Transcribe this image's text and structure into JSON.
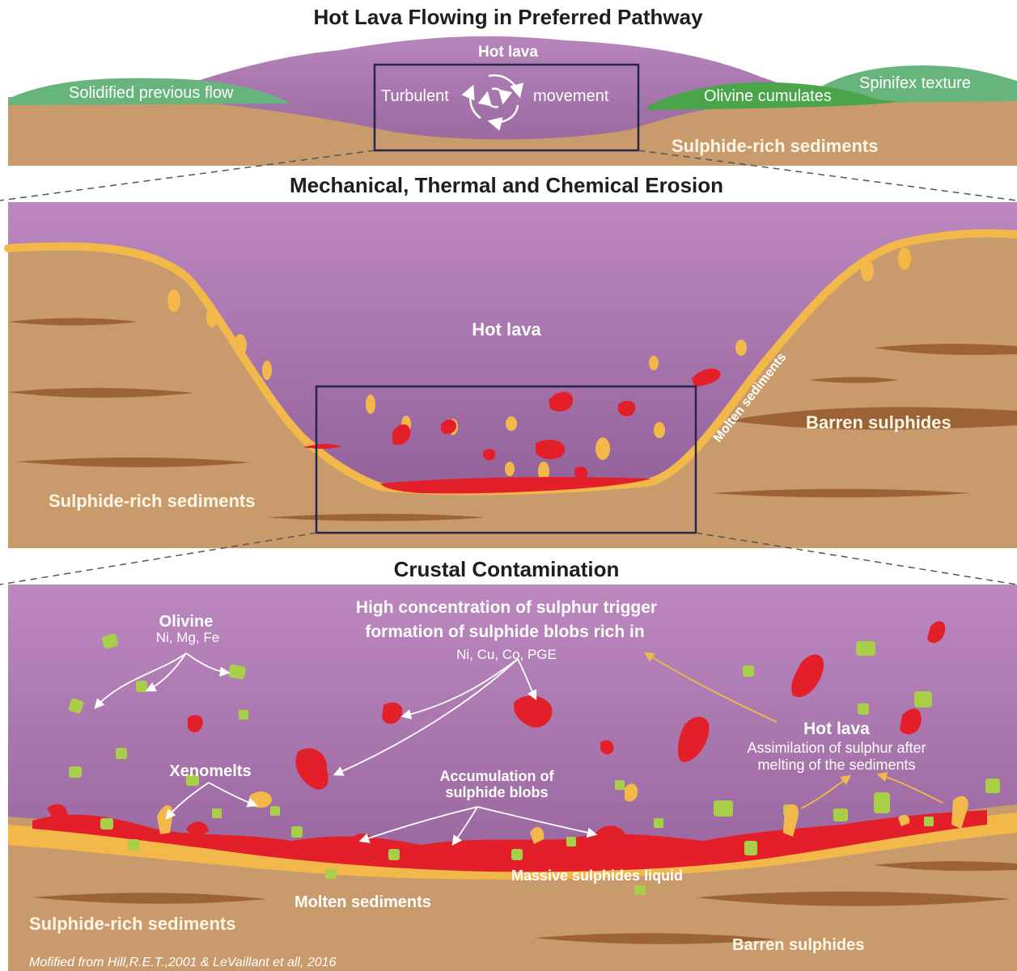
{
  "colors": {
    "lava": "#b37cb4",
    "lava_dark": "#8f5b95",
    "sediment": "#c99a6c",
    "barren_band": "#9c6436",
    "molten_sediment": "#f2b94a",
    "sulphide_blob": "#e3202a",
    "olivine": "#a9cf4a",
    "green_flow": "#67b57c",
    "olivine_cumulate": "#4aa44a",
    "frame": "#23254a"
  },
  "icons": {
    "turbulence": "swirl-arrows-icon",
    "pointer": "curved-arrow-icon"
  },
  "panel1": {
    "title": "Hot Lava Flowing in Preferred Pathway",
    "hot_lava": "Hot lava",
    "solidified": "Solidified previous flow",
    "turbulent": "Turbulent",
    "movement": "movement",
    "olivine_cumulates": "Olivine cumulates",
    "spinifex": "Spinifex texture",
    "sulphide_rich": "Sulphide-rich sediments"
  },
  "panel2": {
    "title": "Mechanical, Thermal and Chemical Erosion",
    "hot_lava": "Hot lava",
    "molten": "Molten sediments",
    "barren": "Barren sulphides",
    "sulphide_rich": "Sulphide-rich sediments"
  },
  "panel3": {
    "title": "Crustal Contamination",
    "olivine": "Olivine",
    "olivine_elements": "Ni, Mg, Fe",
    "high_conc_1": "High concentration of sulphur trigger",
    "high_conc_2": "formation of sulphide blobs rich in",
    "high_conc_elements": "Ni, Cu, Co, PGE",
    "hot_lava": "Hot lava",
    "assim_1": "Assimilation of sulphur after",
    "assim_2": "melting of the sediments",
    "xenomelts": "Xenomelts",
    "accum_1": "Accumulation of",
    "accum_2": "sulphide blobs",
    "massive": "Massive sulphides liquid",
    "molten": "Molten sediments",
    "sulphide_rich": "Sulphide-rich sediments",
    "barren": "Barren sulphides",
    "credit": "Mofified from Hill,R.E.T.,2001 & LeVaillant et all, 2016"
  }
}
